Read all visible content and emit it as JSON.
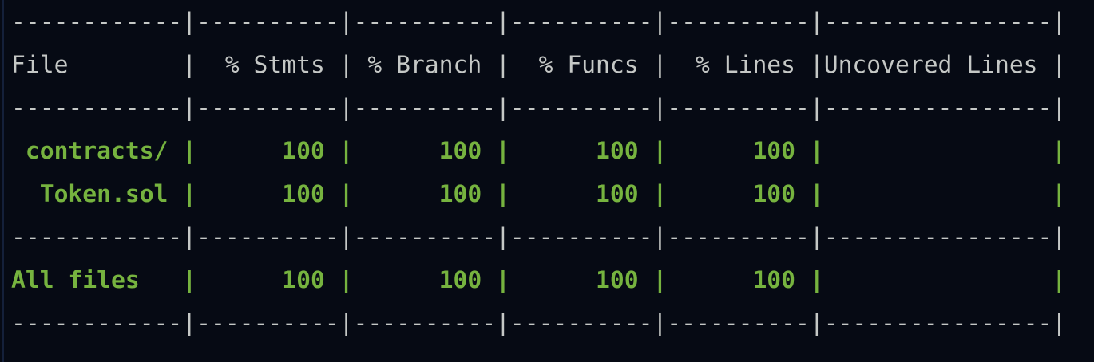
{
  "terminal": {
    "background_color": "#060a14",
    "text_color": "#c5c8c6",
    "covered_color": "#76b33f",
    "separator_color": "#c5c8c6"
  },
  "table": {
    "separator_row": "------------|----------|----------|----------|----------|----------------|",
    "columns": [
      {
        "key": "file",
        "header": "File",
        "width": 12,
        "align": "left",
        "dashes": 12
      },
      {
        "key": "stmts",
        "header": "% Stmts",
        "width": 10,
        "align": "right",
        "dashes": 10
      },
      {
        "key": "branch",
        "header": "% Branch",
        "width": 10,
        "align": "right",
        "dashes": 10
      },
      {
        "key": "funcs",
        "header": "% Funcs",
        "width": 10,
        "align": "right",
        "dashes": 10
      },
      {
        "key": "lines",
        "header": "% Lines",
        "width": 10,
        "align": "right",
        "dashes": 10
      },
      {
        "key": "uncovered",
        "header": "Uncovered Lines",
        "width": 16,
        "align": "left",
        "dashes": 16
      }
    ],
    "header_line": "File        |  % Stmts | % Branch |  % Funcs |  % Lines |Uncovered Lines |",
    "rows": [
      {
        "name": " contracts/",
        "line": " contracts/ |      100 |      100 |      100 |      100 |                |",
        "file": " contracts/",
        "stmts": "100",
        "branch": "100",
        "funcs": "100",
        "lines": "100",
        "uncovered": ""
      },
      {
        "name": "  Token.sol",
        "line": "  Token.sol |      100 |      100 |      100 |      100 |                |",
        "file": "  Token.sol",
        "stmts": "100",
        "branch": "100",
        "funcs": "100",
        "lines": "100",
        "uncovered": ""
      }
    ],
    "total_row": {
      "name": "All files",
      "line": "All files   |      100 |      100 |      100 |      100 |                |",
      "file": "All files",
      "stmts": "100",
      "branch": "100",
      "funcs": "100",
      "lines": "100",
      "uncovered": ""
    }
  },
  "lines": [
    {
      "kind": "separator",
      "text": "------------|----------|----------|----------|----------|----------------|"
    },
    {
      "kind": "header",
      "text": "File        |  % Stmts | % Branch |  % Funcs |  % Lines |Uncovered Lines |"
    },
    {
      "kind": "separator",
      "text": "------------|----------|----------|----------|----------|----------------|"
    },
    {
      "kind": "data",
      "text": " contracts/ |      100 |      100 |      100 |      100 |                |"
    },
    {
      "kind": "data",
      "text": "  Token.sol |      100 |      100 |      100 |      100 |                |"
    },
    {
      "kind": "separator",
      "text": "------------|----------|----------|----------|----------|----------------|"
    },
    {
      "kind": "data",
      "text": "All files   |      100 |      100 |      100 |      100 |                |"
    },
    {
      "kind": "separator",
      "text": "------------|----------|----------|----------|----------|----------------|"
    }
  ]
}
